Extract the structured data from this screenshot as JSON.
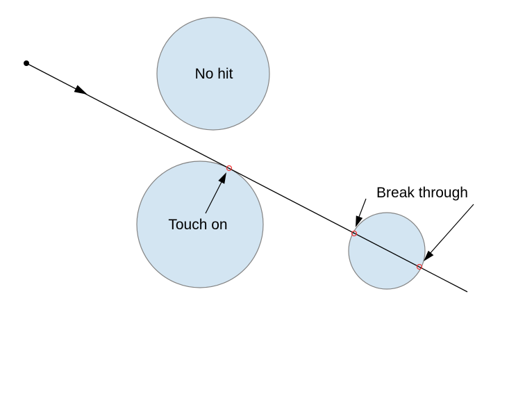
{
  "diagram": {
    "background": "#ffffff",
    "labels": {
      "no_hit": "No hit",
      "touch_on": "Touch on",
      "break_through": "Break through"
    },
    "colors": {
      "circle_fill": "#d3e5f2",
      "circle_stroke": "#848484",
      "line": "#000000",
      "marker": "#ee3a3a",
      "text": "#000000"
    },
    "markers": {
      "tangent_point": "intersection where ray touches circle",
      "entry_point": "intersection where ray enters circle",
      "exit_point": "intersection where ray exits circle"
    }
  }
}
